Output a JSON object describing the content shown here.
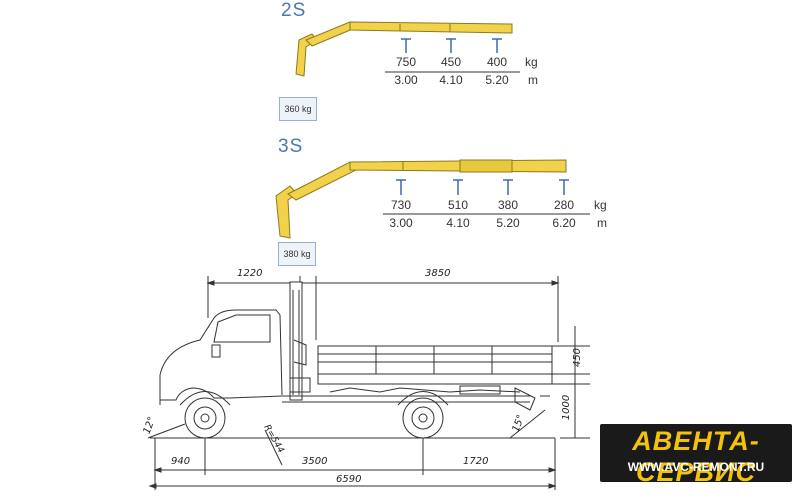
{
  "crane_2s": {
    "label": "2S",
    "capacity": "360 kg",
    "loads": [
      "750",
      "450",
      "400"
    ],
    "reaches": [
      "3.00",
      "4.10",
      "5.20"
    ],
    "load_unit": "kg",
    "reach_unit": "m"
  },
  "crane_3s": {
    "label": "3S",
    "capacity": "380 kg",
    "loads": [
      "730",
      "510",
      "380",
      "280"
    ],
    "reaches": [
      "3.00",
      "4.10",
      "5.20",
      "6.20"
    ],
    "load_unit": "kg",
    "reach_unit": "m"
  },
  "truck_dimensions": {
    "cab_length": "1220",
    "body_length": "3850",
    "front_overhang": "940",
    "wheelbase": "3500",
    "rear_overhang": "1720",
    "total_length": "6590",
    "side_height": "450",
    "floor_height": "1000",
    "front_angle": "12°",
    "rear_angle": "15°",
    "turn_radius": "R=544"
  },
  "logo": {
    "title": "АВЕНТА-СЕРВИС",
    "url": "WWW.AVC-REMONT.RU"
  },
  "colors": {
    "crane_yellow": "#f1d24a",
    "label_blue": "#4a77b4",
    "line_dark": "#333333"
  }
}
